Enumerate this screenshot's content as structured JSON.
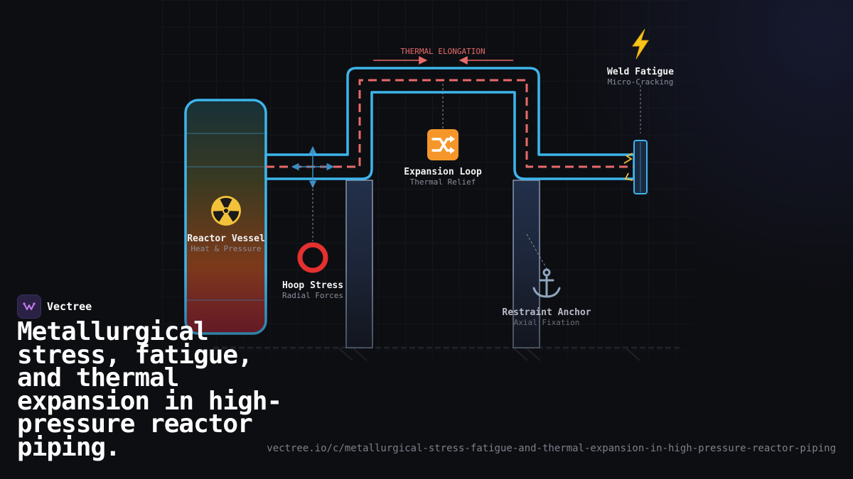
{
  "diagram": {
    "thermal_label": "THERMAL ELONGATION",
    "nodes": {
      "reactor": {
        "icon": "radioactive-icon",
        "title": "Reactor Vessel",
        "subtitle": "Heat & Pressure"
      },
      "hoop": {
        "icon": "ring-icon",
        "title": "Hoop Stress",
        "subtitle": "Radial Forces"
      },
      "loop": {
        "icon": "shuffle-icon",
        "title": "Expansion Loop",
        "subtitle": "Thermal Relief"
      },
      "anchor": {
        "icon": "anchor-icon",
        "title": "Restraint Anchor",
        "subtitle": "Axial Fixation"
      },
      "weld": {
        "icon": "lightning-icon",
        "title": "Weld Fatigue",
        "subtitle": "Micro-Cracking"
      }
    },
    "colors": {
      "pipe": "#3db5ec",
      "thermal": "#e86a6a",
      "hoop_arrows": "#3a8fc4",
      "support": "#8696b0",
      "weld_spark": "#f2c23a"
    }
  },
  "brand": {
    "name": "Vectree"
  },
  "headline": "Metallurgical stress, fatigue, and thermal expansion in high-pressure reactor piping.",
  "url": "vectree.io/c/metallurgical-stress-fatigue-and-thermal-expansion-in-high-pressure-reactor-piping"
}
